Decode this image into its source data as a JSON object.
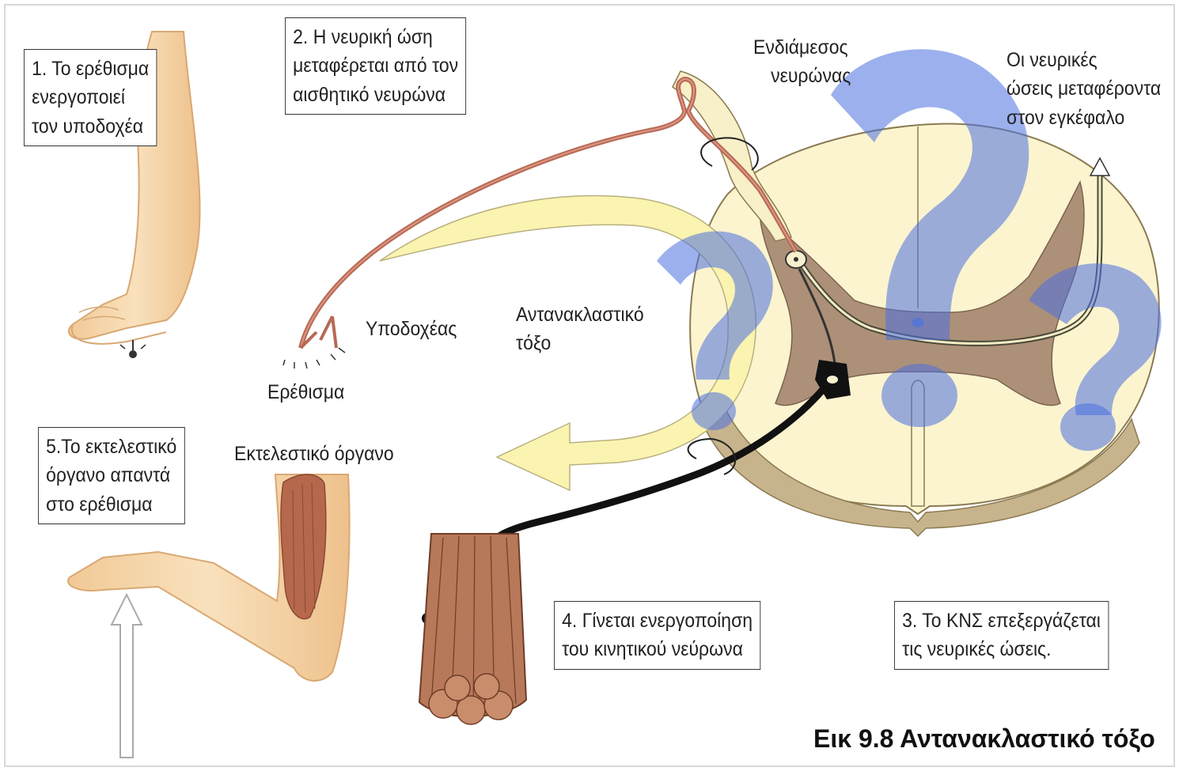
{
  "colors": {
    "skin": "#f7dcb3",
    "skin_shadow": "#e7bf8c",
    "sensory_nerve": "#b86a55",
    "motor_nerve": "#111111",
    "arc_arrow": "#fbf3b0",
    "grey_matter": "#ad9078",
    "white_matter": "#fbf4cf",
    "muscle": "#b7674a",
    "question_mark": "#4a6fe0"
  },
  "steps": {
    "s1": [
      "1. Το ερέθισμα",
      "ενεργοποιεί",
      "τον υποδοχέα"
    ],
    "s2": [
      "2. Η νευρική ώση",
      "μεταφέρεται από τον",
      "αισθητικό νευρώνα"
    ],
    "s3": [
      "3. Το ΚΝΣ επεξεργάζεται",
      "τις νευρικές ώσεις."
    ],
    "s4": [
      "4. Γίνεται ενεργοποίηση",
      "του κινητικού νεύρωνα"
    ],
    "s5": [
      "5.Το εκτελεστικό",
      "όργανο απαντά",
      "στο ερέθισμα"
    ]
  },
  "labels": {
    "interneuron": [
      "Ενδιάμεσος",
      "νευρώνας"
    ],
    "to_brain": [
      "Οι νευρικές",
      "ώσεις μεταφέροντα",
      "στον εγκέφαλο"
    ],
    "receptor": "Υποδοχέας",
    "reflex_arc": [
      "Αντανακλαστικό",
      "τόξο"
    ],
    "stimulus": "Ερέθισμα",
    "effector": "Εκτελεστικό όργανο"
  },
  "caption": "Εικ 9.8 Αντανακλαστικό τόξο",
  "icons": [
    "arm-illustration",
    "forearm-hand-illustration",
    "muscle-bundle-illustration",
    "spinal-cord-cross-section",
    "reflex-arc-arrow",
    "question-mark-icon",
    "up-arrow-icon"
  ]
}
